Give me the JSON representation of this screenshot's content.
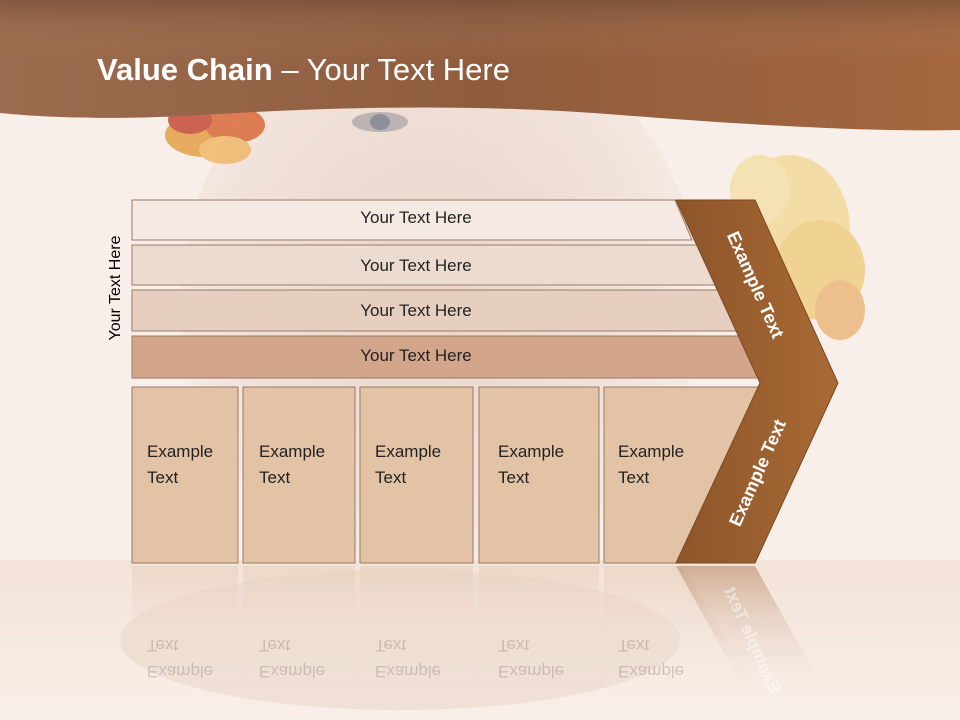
{
  "slide": {
    "title_bold": "Value Chain",
    "title_rest": " – Your Text Here",
    "side_label": "Your Text Here",
    "bands": [
      {
        "label": "Your Text Here"
      },
      {
        "label": "Your Text Here"
      },
      {
        "label": "Your Text Here"
      },
      {
        "label": "Your Text Here"
      }
    ],
    "cells": [
      {
        "line1": "Example",
        "line2": "Text"
      },
      {
        "line1": "Example",
        "line2": "Text"
      },
      {
        "line1": "Example",
        "line2": "Text"
      },
      {
        "line1": "Example",
        "line2": "Text"
      },
      {
        "line1": "Example",
        "line2": "Text"
      }
    ],
    "arrow_upper_label": "Example Text",
    "arrow_lower_label": "Example Text"
  },
  "colors": {
    "header_brown": "#a5714f",
    "arrow_brown": "#9a5f2e",
    "band_colors": [
      "#f5e9e3",
      "#ecdcd0",
      "#e6cfbf",
      "#d3a68c"
    ],
    "cell_fill": "#e2c3a5"
  }
}
